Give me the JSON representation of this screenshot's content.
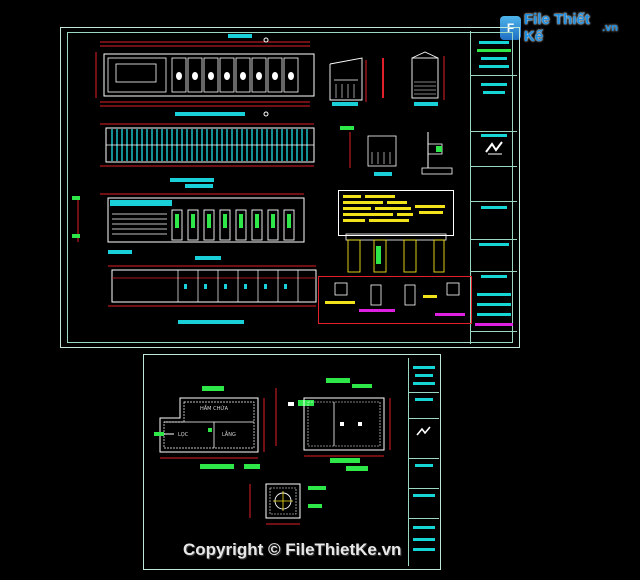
{
  "logo": {
    "badge": "F",
    "text": "File Thiết Kế",
    "suffix": ".vn"
  },
  "copyright": "Copyright © FileThietKe.vn",
  "room_labels": {
    "tank": "HẦM CHỨA",
    "lang": "LẮNG",
    "loc": "LỌC"
  },
  "colors": {
    "background": "#000000",
    "frame": "#bfe8d8",
    "cyan": "#1ad0d8",
    "green": "#2ee84a",
    "red": "#e0202a",
    "yellow": "#f2e21a",
    "magenta": "#e020e0"
  }
}
